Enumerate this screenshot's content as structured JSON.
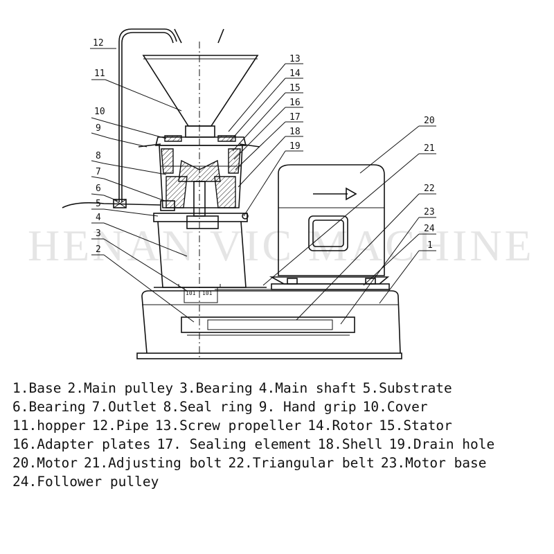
{
  "watermark": "HENAN VIC MACHINE",
  "callouts": [
    "12",
    "11",
    "10",
    "9",
    "8",
    "7",
    "6",
    "5",
    "4",
    "3",
    "2",
    "13",
    "14",
    "15",
    "16",
    "17",
    "18",
    "19",
    "20",
    "21",
    "22",
    "23",
    "24",
    "1"
  ],
  "legend_lines": [
    [
      {
        "num": "1.",
        "label": "Base"
      },
      {
        "num": "2.",
        "label": "Main pulley"
      },
      {
        "num": "3.",
        "label": "Bearing"
      },
      {
        "num": "4.",
        "label": "Main shaft"
      },
      {
        "num": "5.",
        "label": "Substrate"
      }
    ],
    [
      {
        "num": "6.",
        "label": "Bearing"
      },
      {
        "num": "7.",
        "label": "Outlet"
      },
      {
        "num": "8.",
        "label": "Seal ring"
      },
      {
        "num": "9.",
        "label": " Hand grip"
      },
      {
        "num": "10.",
        "label": "Cover"
      }
    ],
    [
      {
        "num": "11.",
        "label": "hopper"
      },
      {
        "num": "12.",
        "label": "Pipe"
      },
      {
        "num": "13.",
        "label": "Screw propeller"
      },
      {
        "num": "14.",
        "label": "Rotor"
      },
      {
        "num": "15.",
        "label": "Stator"
      }
    ],
    [
      {
        "num": "16.",
        "label": "Adapter plates"
      },
      {
        "num": "17.",
        "label": " Sealing element"
      },
      {
        "num": "18.",
        "label": "Shell"
      },
      {
        "num": "19.",
        "label": "Drain hole"
      }
    ],
    [
      {
        "num": "20.",
        "label": "Motor"
      },
      {
        "num": "21.",
        "label": "Adjusting bolt"
      },
      {
        "num": "22.",
        "label": "Triangular belt"
      },
      {
        "num": "23.",
        "label": "Motor base"
      }
    ],
    [
      {
        "num": "24.",
        "label": "Follower pulley"
      }
    ]
  ],
  "bearing_marks": [
    "101",
    "101"
  ]
}
